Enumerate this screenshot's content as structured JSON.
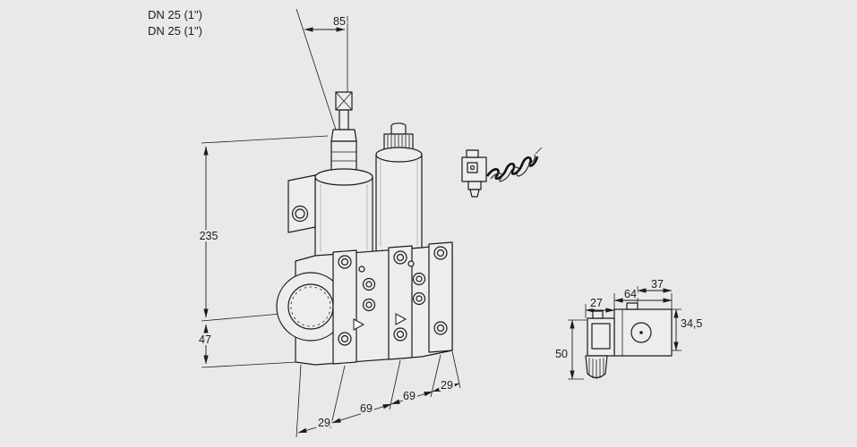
{
  "colors": {
    "background": "#e9e9e9",
    "line": "#1c1c1c",
    "fill": "#ededed"
  },
  "labels": {
    "dn_line1": "DN 25 (1\")",
    "dn_line2": "DN 25 (1\")"
  },
  "dimensions": {
    "top_width": "85",
    "body_height": "235",
    "flange_height": "47",
    "bottom_offset_left": "29",
    "bottom_span_left": "69",
    "bottom_span_right": "69",
    "bottom_offset_right": "29",
    "detail_depth": "37",
    "detail_width": "64",
    "detail_connector_width": "27",
    "detail_height": "34,5",
    "detail_total_height": "50"
  }
}
